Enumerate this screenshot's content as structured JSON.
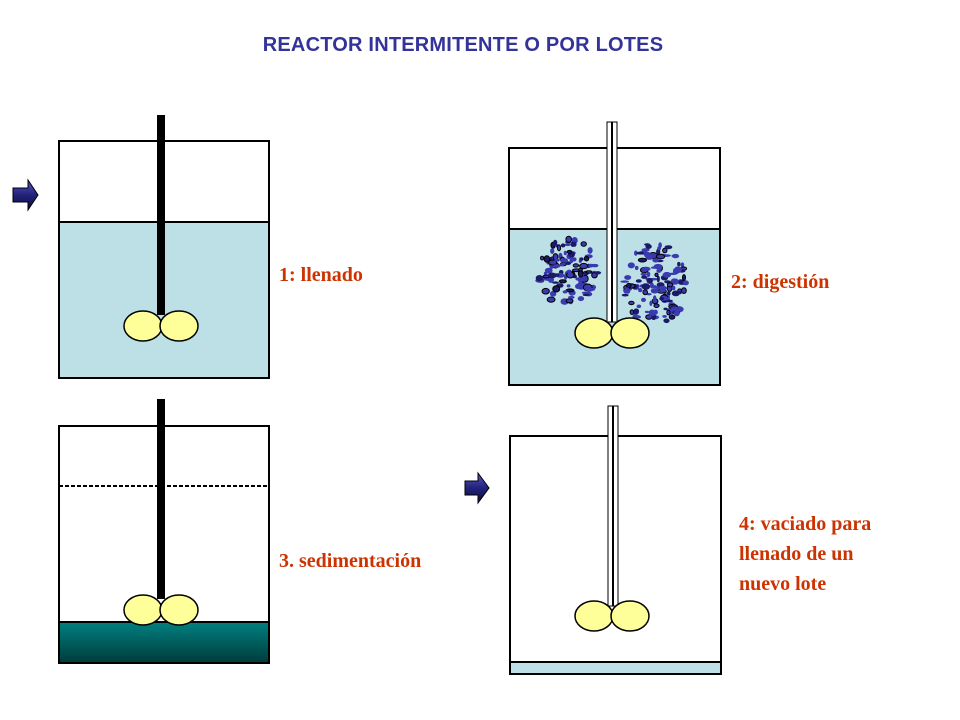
{
  "title": "REACTOR INTERMITENTE O POR LOTES",
  "colors": {
    "title": "#333399",
    "label": "#cc3300",
    "liquid": "#bde0e6",
    "sludge_top": "#008080",
    "sludge_bottom": "#003b3b",
    "impeller": "#ffff99",
    "arrow": "#333399",
    "biomass": "#2a2a99"
  },
  "stages": [
    {
      "id": "1",
      "label": "1: llenado"
    },
    {
      "id": "2",
      "label": "2: digestión"
    },
    {
      "id": "3",
      "label": "3. sedimentación"
    },
    {
      "id": "4",
      "label_lines": [
        "4: vaciado para",
        "llenado de un",
        "nuevo lote"
      ]
    }
  ]
}
